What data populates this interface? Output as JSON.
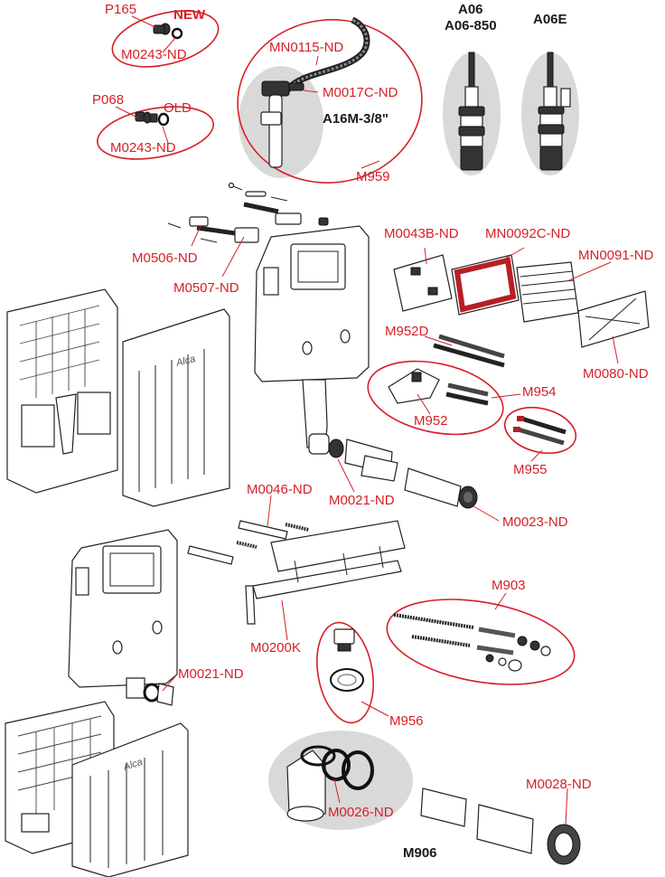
{
  "labels": {
    "p165": "P165",
    "new": "NEW",
    "m0243_top": "M0243-ND",
    "p068": "P068",
    "old": "OLD",
    "m0243_bottom": "M0243-ND",
    "mn0115": "MN0115-ND",
    "m0017c": "M0017C-ND",
    "a16m": "A16M-3/8\"",
    "m959": "M959",
    "a06": "A06",
    "a06_850": "A06-850",
    "a06e": "A06E",
    "m0506": "M0506-ND",
    "m0507": "M0507-ND",
    "m0043b": "M0043B-ND",
    "mn0092c": "MN0092C-ND",
    "mn0091": "MN0091-ND",
    "m0080": "M0080-ND",
    "m952d": "M952D",
    "m954": "M954",
    "m952": "M952",
    "m955": "M955",
    "m0021_top": "M0021-ND",
    "m0023": "M0023-ND",
    "m0046": "M0046-ND",
    "m0200k": "M0200K",
    "m903": "M903",
    "m0021_bottom": "M0021-ND",
    "m956": "M956",
    "m0026": "M0026-ND",
    "m0028": "M0028-ND",
    "m906": "M906"
  },
  "panel_logo": "Alca",
  "colors": {
    "label_red": "#d51f26",
    "label_black": "#1a1a1a",
    "callout_shade": "#d9d9d9"
  }
}
